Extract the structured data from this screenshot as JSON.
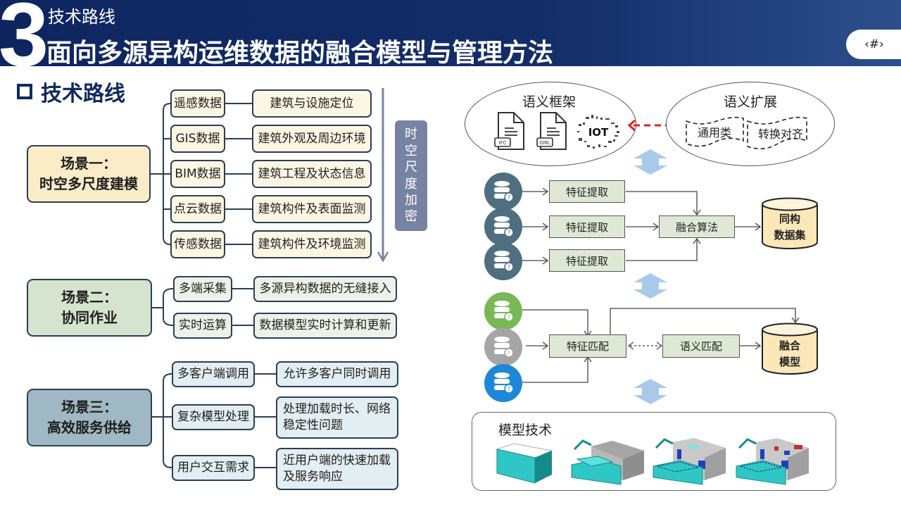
{
  "header": {
    "section_number": "3",
    "subtitle": "技术路线",
    "title": "面向多源异构运维数据的融合模型与管理方法",
    "page_placeholder": "‹#›"
  },
  "section": {
    "icon": "square-bullet-icon",
    "title": "技术路线"
  },
  "scenarios": [
    {
      "title_line1": "场景一：",
      "title_line2": "时空多尺度建模",
      "color": "#fbecc8",
      "branches": [
        {
          "source": "遥感数据",
          "purpose": "建筑与设施定位"
        },
        {
          "source": "GIS数据",
          "purpose": "建筑外观及周边环境"
        },
        {
          "source": "BIM数据",
          "purpose": "建筑工程及状态信息"
        },
        {
          "source": "点云数据",
          "purpose": "建筑构件及表面监测"
        },
        {
          "source": "传感数据",
          "purpose": "建筑构件及环境监测"
        }
      ]
    },
    {
      "title_line1": "场景二：",
      "title_line2": "协同作业",
      "color": "#d6e3cf",
      "branches": [
        {
          "source": "多端采集",
          "purpose": "多源异构数据的无缝接入"
        },
        {
          "source": "实时运算",
          "purpose": "数据模型实时计算和更新"
        }
      ]
    },
    {
      "title_line1": "场景三：",
      "title_line2": "高效服务供给",
      "color": "#9fb8c3",
      "branches": [
        {
          "source": "多客户端调用",
          "purpose": "允许多客户同时调用"
        },
        {
          "source": "复杂模型处理",
          "purpose_line1": "处理加载时长、网络",
          "purpose_line2": "稳定性问题"
        },
        {
          "source": "用户交互需求",
          "purpose_line1": "近用户端的快速加载",
          "purpose_line2": "及服务响应"
        }
      ]
    }
  ],
  "scale_axis": {
    "label_chars": [
      "时",
      "空",
      "尺",
      "度",
      "加",
      "密"
    ],
    "color": "#7683a3"
  },
  "semantic_framework": {
    "title": "语义框架",
    "items": [
      {
        "icon": "ifc-file-icon",
        "label": "IFC"
      },
      {
        "icon": "gml-file-icon",
        "label": "GML"
      },
      {
        "icon": "iot-icon",
        "label": "IOT"
      }
    ]
  },
  "semantic_extension": {
    "title": "语义扩展",
    "items": [
      "通用类",
      "转换对齐"
    ]
  },
  "link_color": "#e02020",
  "fusion_stage": {
    "sources": [
      {
        "icon": "database-icon",
        "color": "#4f6f80"
      },
      {
        "icon": "database-icon",
        "color": "#4f6f80"
      },
      {
        "icon": "database-icon",
        "color": "#4f6f80"
      }
    ],
    "extract_label": "特征提取",
    "algorithm_label": "融合算法",
    "output_line1": "同构",
    "output_line2": "数据集"
  },
  "match_stage": {
    "sources": [
      {
        "icon": "database-icon",
        "color": "#78b856"
      },
      {
        "icon": "database-icon",
        "color": "#a5a5a5"
      },
      {
        "icon": "database-icon",
        "color": "#1e88d8"
      }
    ],
    "feature_match_label": "特征匹配",
    "semantic_match_label": "语义匹配",
    "output_line1": "融合",
    "output_line2": "模型"
  },
  "model_tech": {
    "title": "模型技术",
    "stages": [
      "lod-box",
      "lod-shell",
      "lod-rooms",
      "lod-detailed"
    ]
  }
}
